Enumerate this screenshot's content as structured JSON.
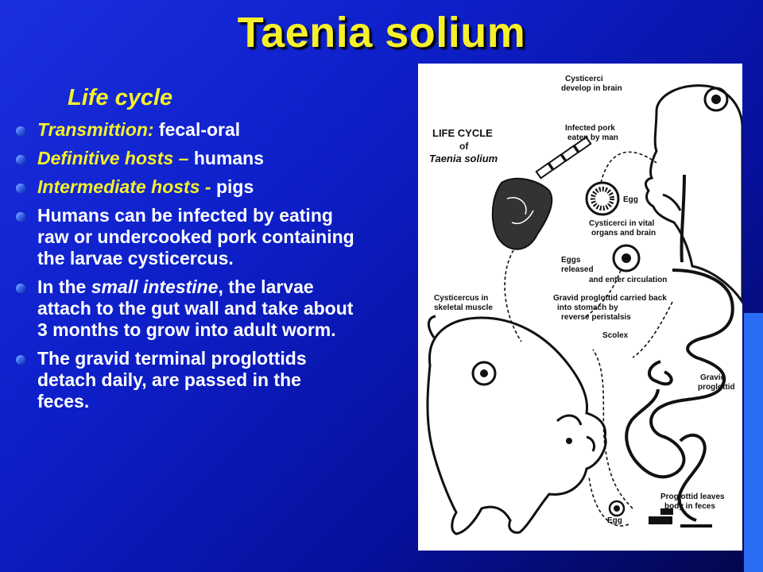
{
  "slide": {
    "title": "Taenia solium",
    "subtitle": "Life cycle",
    "bullets": {
      "b1": {
        "label": "Transmittion:",
        "text": " fecal-oral"
      },
      "b2": {
        "label": "Definitive hosts",
        "sep": " – ",
        "text": "humans"
      },
      "b3": {
        "label": "Intermediate hosts",
        "sep": " - ",
        "text": "pigs"
      },
      "b4": {
        "text": "Humans can be  infected by eating raw or undercooked pork containing the larvae cysticercus."
      },
      "b5": {
        "pre": "In the ",
        "emph": "small intestine",
        "post": ", the larvae attach to the gut wall and take about 3 months to grow into adult worm."
      },
      "b6": {
        "text": "The gravid terminal proglottids detach daily, are passed in the feces."
      }
    }
  },
  "figure": {
    "title_line1": "LIFE CYCLE",
    "title_line2": "of",
    "title_line3": "Taenia solium",
    "labels": {
      "cysticerci_brain_1": "Cysticerci",
      "cysticerci_brain_2": "develop in brain",
      "infected_pork_1": "Infected pork",
      "infected_pork_2": "eaten by man",
      "egg_top": "Egg",
      "cysticerci_vital_1": "Cysticerci in vital",
      "cysticerci_vital_2": "organs and brain",
      "eggs_released_1": "Eggs",
      "eggs_released_2": "released",
      "eggs_released_3": "and enter circulation",
      "cysticercus_muscle_1": "Cysticercus in",
      "cysticercus_muscle_2": "skeletal muscle",
      "gravid_carried_1": "Gravid proglottid carried back",
      "gravid_carried_2": "into stomach by",
      "gravid_carried_3": "reverse peristalsis",
      "scolex": "Scolex",
      "gravid_proglottid_1": "Gravid",
      "gravid_proglottid_2": "proglottid",
      "leaves_body_1": "Proglottid leaves",
      "leaves_body_2": "body in feces",
      "egg_bottom": "Egg"
    }
  }
}
